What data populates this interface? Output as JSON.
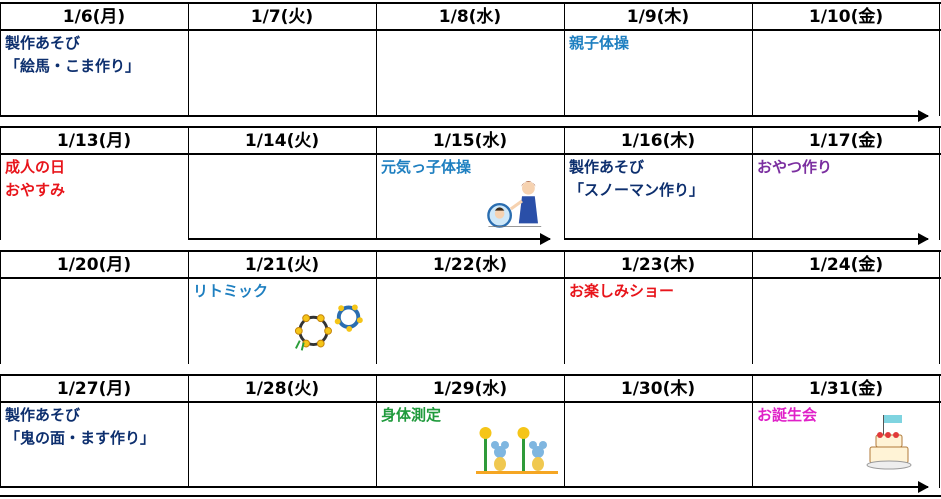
{
  "colors": {
    "navy": "#0d2f6e",
    "blue": "#1e7fc0",
    "red": "#e8151b",
    "purple": "#7b2fa0",
    "green": "#1f9a3c",
    "magenta": "#e020c8"
  },
  "weeks": [
    {
      "days": [
        "1/6(月)",
        "1/7(火)",
        "1/8(水)",
        "1/9(木)",
        "1/10(金)"
      ],
      "events": [
        {
          "day": 0,
          "color": "navy",
          "lines": [
            "製作あそび",
            "「絵馬・こま作り」"
          ]
        },
        {
          "day": 3,
          "color": "blue",
          "lines": [
            "親子体操"
          ]
        }
      ]
    },
    {
      "days": [
        "1/13(月)",
        "1/14(火)",
        "1/15(水)",
        "1/16(木)",
        "1/17(金)"
      ],
      "events": [
        {
          "day": 0,
          "color": "red",
          "lines": [
            "成人の日",
            "おやすみ"
          ]
        },
        {
          "day": 2,
          "color": "blue",
          "lines": [
            "元気っ子体操"
          ],
          "icon": "exercise-illustration"
        },
        {
          "day": 3,
          "color": "navy",
          "lines": [
            "製作あそび",
            "「スノーマン作り」"
          ]
        },
        {
          "day": 4,
          "color": "purple",
          "lines": [
            "おやつ作り"
          ]
        }
      ]
    },
    {
      "days": [
        "1/20(月)",
        "1/21(火)",
        "1/22(水)",
        "1/23(木)",
        "1/24(金)"
      ],
      "events": [
        {
          "day": 1,
          "color": "blue",
          "lines": [
            "リトミック"
          ],
          "icon": "tambourine-illustration"
        },
        {
          "day": 3,
          "color": "red",
          "lines": [
            "お楽しみショー"
          ]
        }
      ]
    },
    {
      "days": [
        "1/27(月)",
        "1/28(火)",
        "1/29(水)",
        "1/30(木)",
        "1/31(金)"
      ],
      "events": [
        {
          "day": 0,
          "color": "navy",
          "lines": [
            "製作あそび",
            "「鬼の面・ます作り」"
          ]
        },
        {
          "day": 2,
          "color": "green",
          "lines": [
            "身体測定"
          ],
          "icon": "measuring-mice-illustration"
        },
        {
          "day": 4,
          "color": "magenta",
          "lines": [
            "お誕生会"
          ],
          "icon": "birthday-cake-illustration"
        }
      ]
    }
  ]
}
